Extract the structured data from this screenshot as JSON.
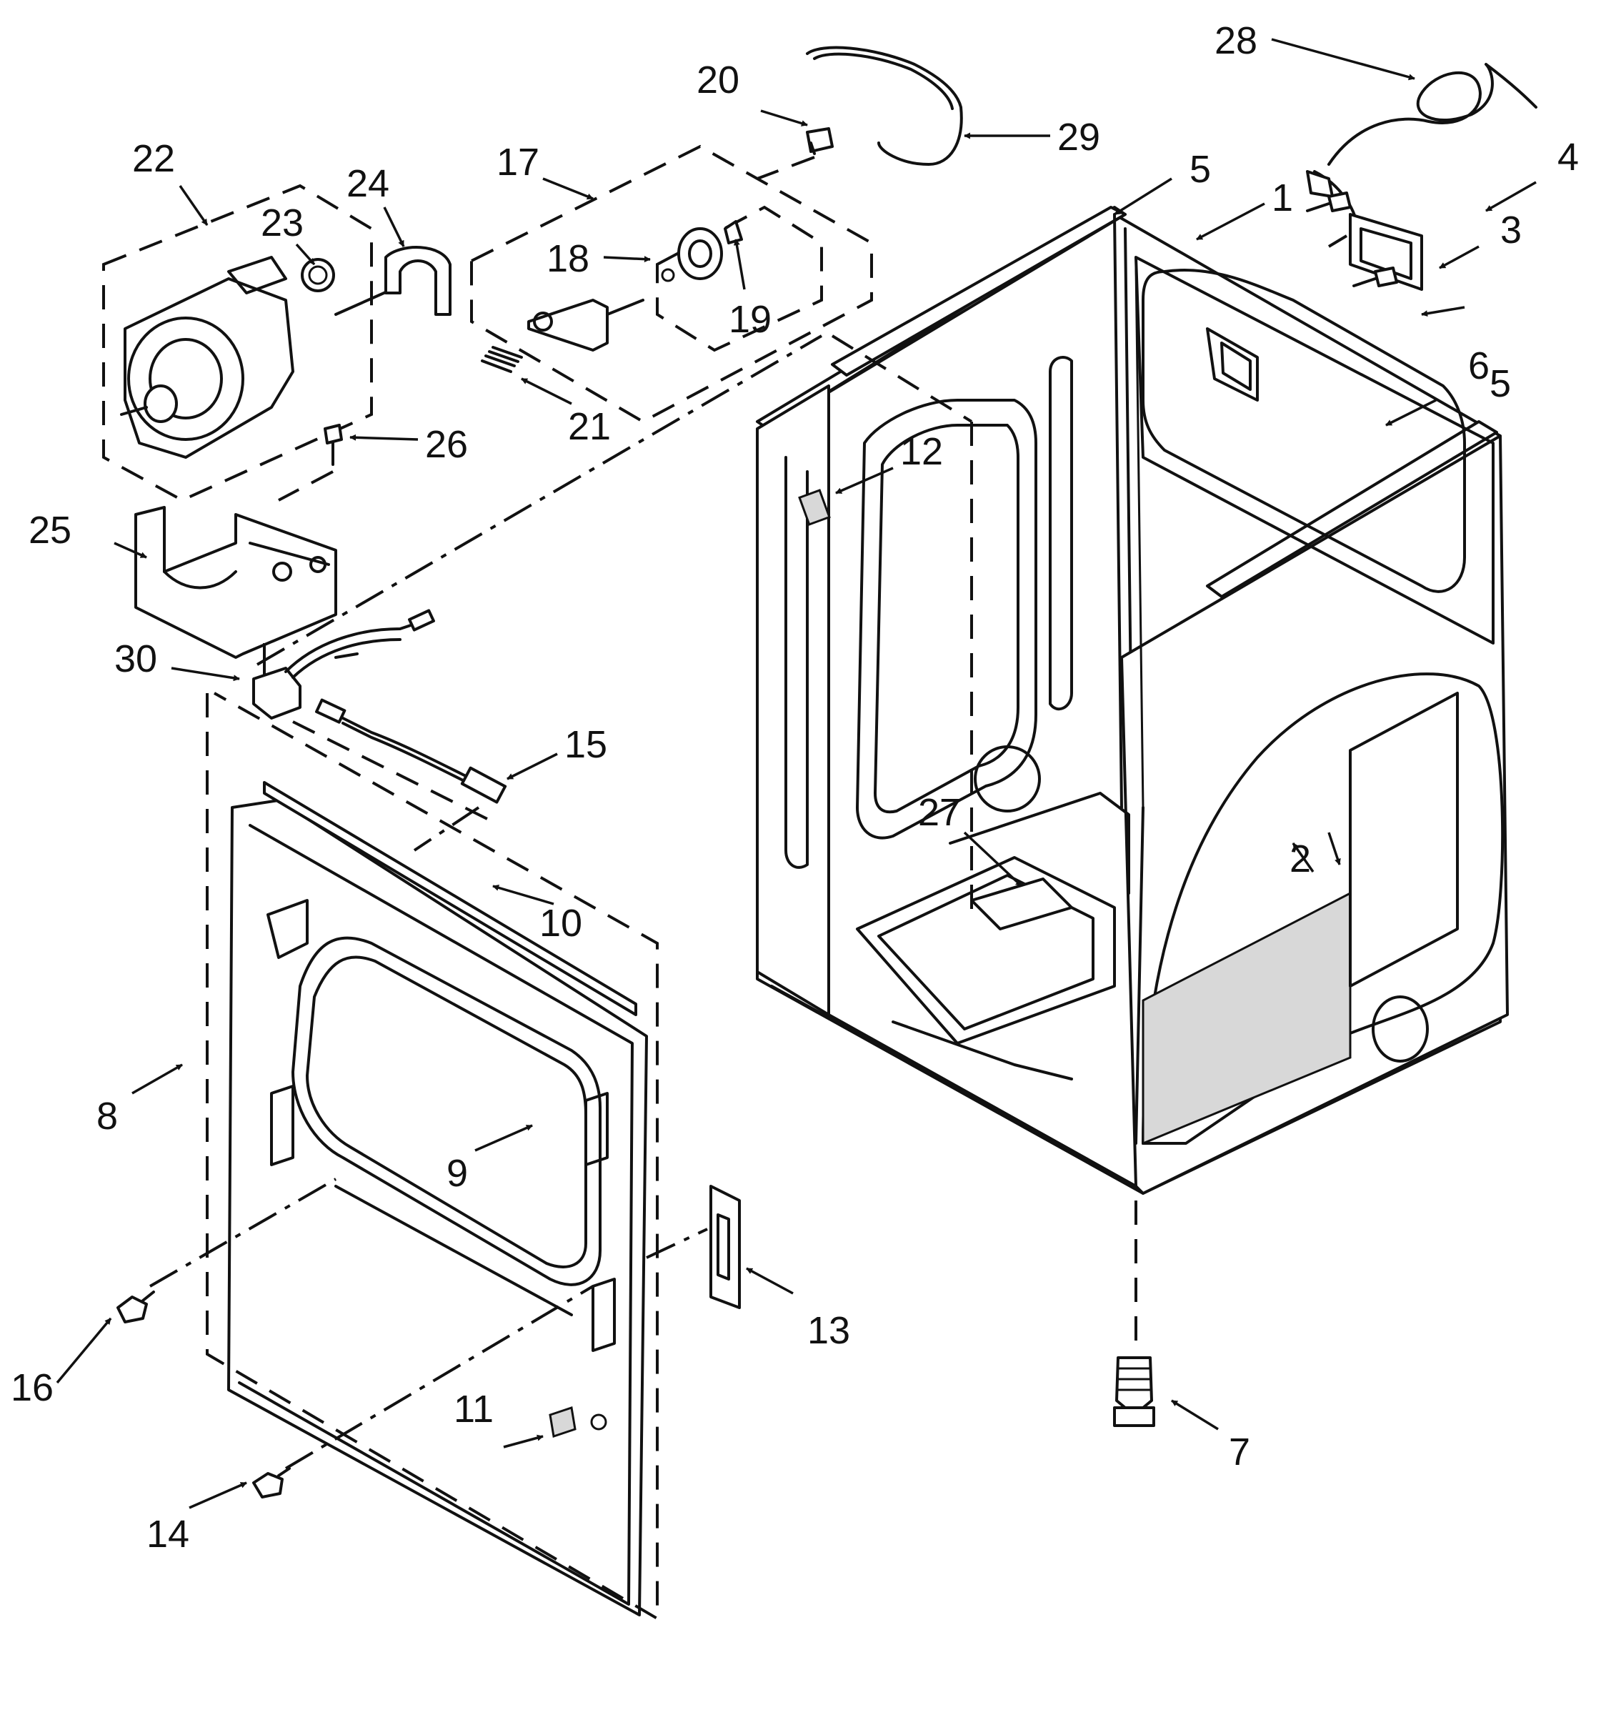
{
  "callouts": [
    {
      "id": "c1",
      "text": "1"
    },
    {
      "id": "c2",
      "text": "2"
    },
    {
      "id": "c3",
      "text": "3"
    },
    {
      "id": "c4",
      "text": "4"
    },
    {
      "id": "c5a",
      "text": "5"
    },
    {
      "id": "c5b",
      "text": "5"
    },
    {
      "id": "c6",
      "text": "6"
    },
    {
      "id": "c7",
      "text": "7"
    },
    {
      "id": "c8",
      "text": "8"
    },
    {
      "id": "c9",
      "text": "9"
    },
    {
      "id": "c10",
      "text": "10"
    },
    {
      "id": "c11",
      "text": "11"
    },
    {
      "id": "c12",
      "text": "12"
    },
    {
      "id": "c13",
      "text": "13"
    },
    {
      "id": "c14",
      "text": "14"
    },
    {
      "id": "c15",
      "text": "15"
    },
    {
      "id": "c16",
      "text": "16"
    },
    {
      "id": "c17",
      "text": "17"
    },
    {
      "id": "c18",
      "text": "18"
    },
    {
      "id": "c19",
      "text": "19"
    },
    {
      "id": "c20",
      "text": "20"
    },
    {
      "id": "c21",
      "text": "21"
    },
    {
      "id": "c22",
      "text": "22"
    },
    {
      "id": "c23",
      "text": "23"
    },
    {
      "id": "c24",
      "text": "24"
    },
    {
      "id": "c25",
      "text": "25"
    },
    {
      "id": "c26",
      "text": "26"
    },
    {
      "id": "c27",
      "text": "27"
    },
    {
      "id": "c28",
      "text": "28"
    },
    {
      "id": "c29",
      "text": "29"
    },
    {
      "id": "c30",
      "text": "30"
    }
  ]
}
